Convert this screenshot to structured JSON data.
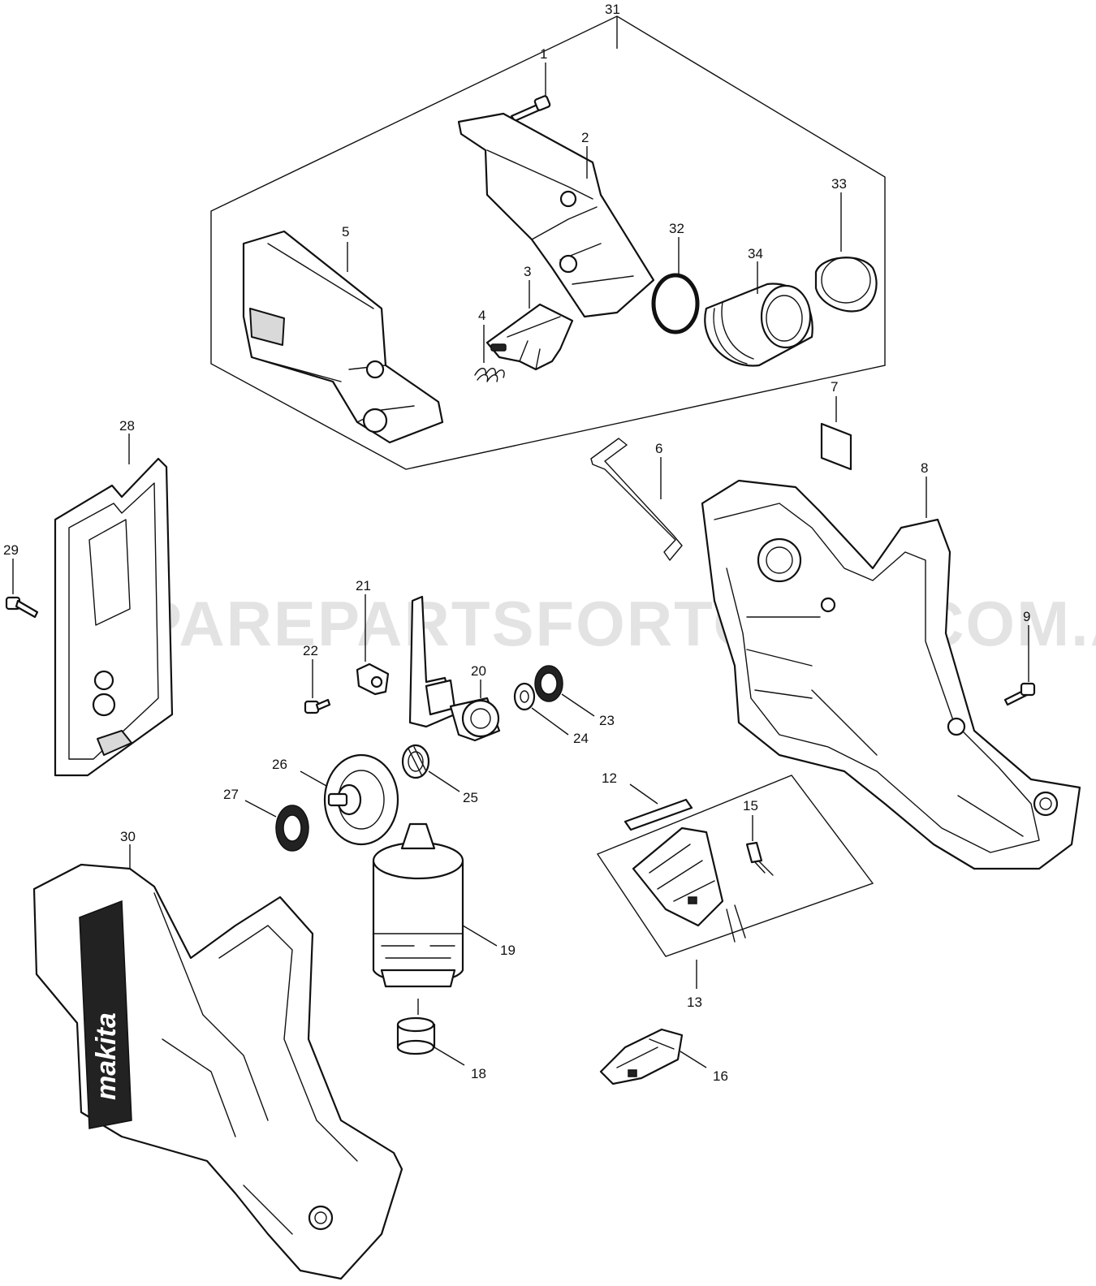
{
  "diagram": {
    "watermark": "SPAREPARTSFORTOOLS.COM.AU",
    "logo_text": "makita",
    "callouts": {
      "p1": "1",
      "p2": "2",
      "p3": "3",
      "p4": "4",
      "p5": "5",
      "p6": "6",
      "p7": "7",
      "p8": "8",
      "p9": "9",
      "p12": "12",
      "p13": "13",
      "p15": "15",
      "p16": "16",
      "p18": "18",
      "p19": "19",
      "p20": "20",
      "p21": "21",
      "p22": "22",
      "p23": "23",
      "p24": "24",
      "p25": "25",
      "p26": "26",
      "p27": "27",
      "p28": "28",
      "p29": "29",
      "p30": "30",
      "p31": "31",
      "p32": "32",
      "p33": "33",
      "p34": "34"
    },
    "colors": {
      "line": "#111111",
      "background": "#ffffff",
      "shade": "#d9d9d9"
    }
  }
}
